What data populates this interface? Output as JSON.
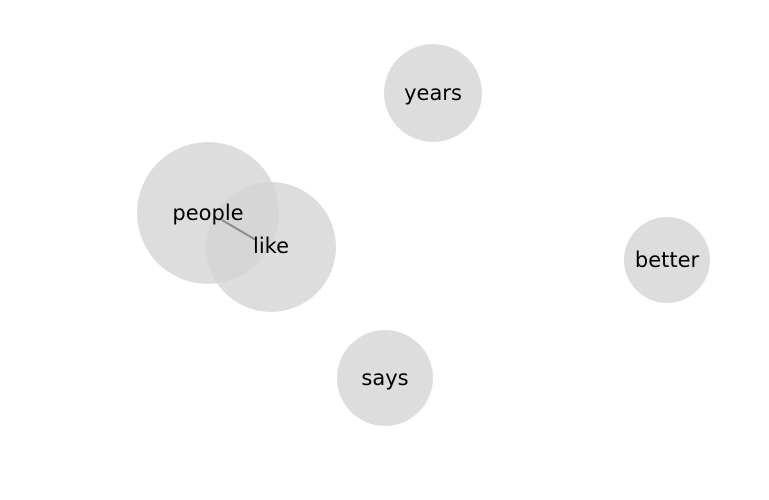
{
  "diagram": {
    "nodes": [
      {
        "id": "people",
        "label": "people"
      },
      {
        "id": "like",
        "label": "like"
      },
      {
        "id": "years",
        "label": "years"
      },
      {
        "id": "better",
        "label": "better"
      },
      {
        "id": "says",
        "label": "says"
      }
    ],
    "edges": [
      {
        "from": "people",
        "to": "like"
      }
    ],
    "colors": {
      "node_fill": "#d4d4d4",
      "edge": "#8a8a8a",
      "label": "#000000"
    }
  }
}
